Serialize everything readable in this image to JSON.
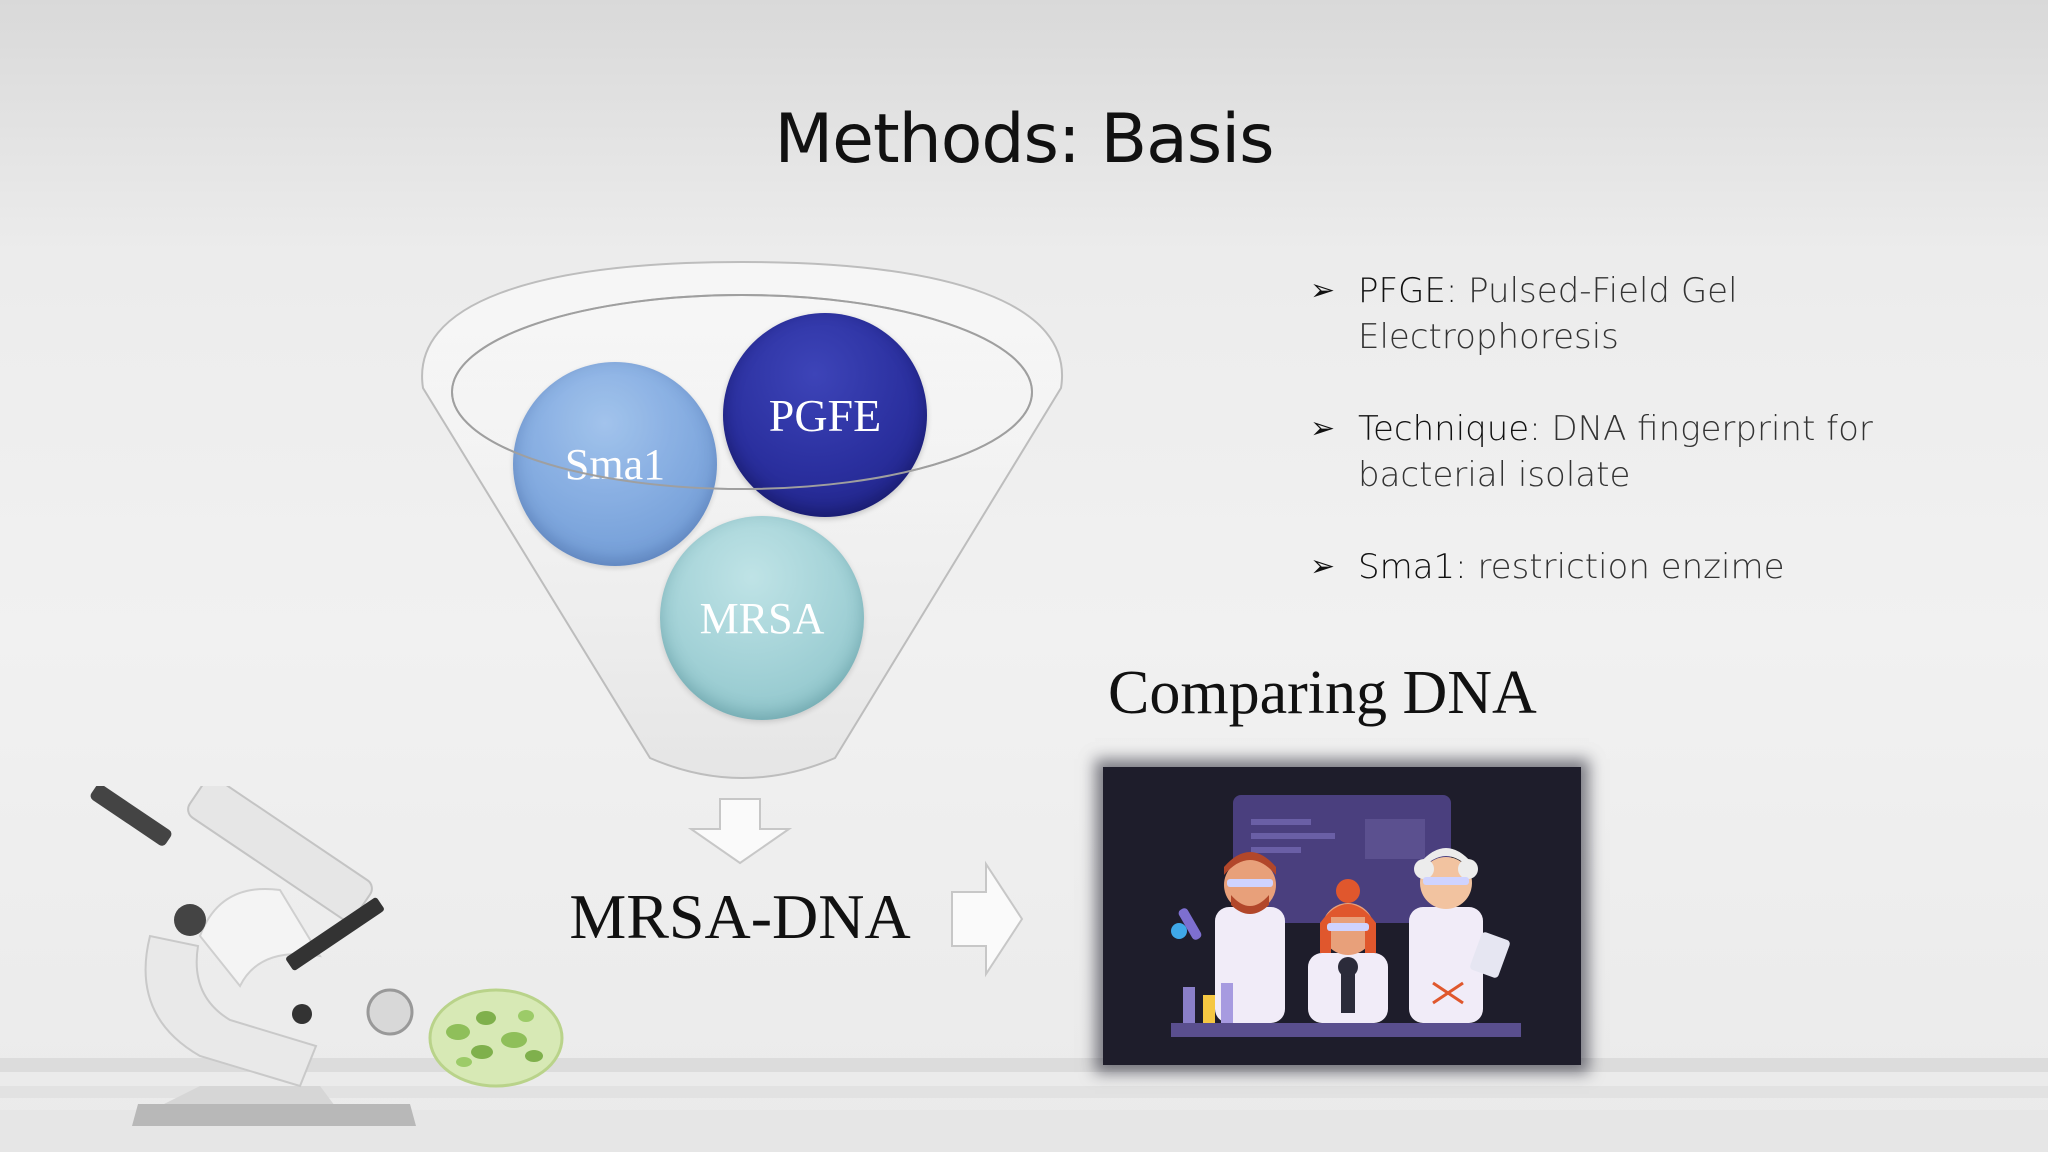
{
  "slide": {
    "title": "Methods: Basis",
    "funnel": {
      "circles": [
        {
          "label": "Sma1",
          "color": "#7ea8e0"
        },
        {
          "label": "PGFE",
          "color": "#2a2f9e"
        },
        {
          "label": "MRSA",
          "color": "#a3d2d7"
        }
      ],
      "output_label": "MRSA-DNA"
    },
    "bullets": [
      {
        "term": "PFGE:",
        "text": "Pulsed-Field Gel Electrophoresis"
      },
      {
        "term": "Technique:",
        "text": "DNA fingerprint for bacterial isolate"
      },
      {
        "term": "Sma1:",
        "text": "restriction enzime"
      }
    ],
    "comparing_label": "Comparing DNA",
    "images": {
      "microscope": "microscope-illustration",
      "petri_dish": "petri-dish-bacteria-illustration",
      "scientists": "scientists-lab-illustration"
    }
  }
}
